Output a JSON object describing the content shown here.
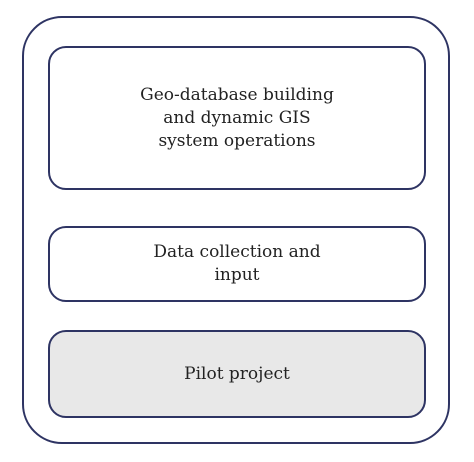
{
  "diagram": {
    "layers": [
      {
        "label": "Geo-database building\nand dynamic GIS\nsystem operations"
      },
      {
        "label": "Data collection and\ninput"
      },
      {
        "label": "Pilot project"
      }
    ]
  },
  "colors": {
    "border": "#2e3463",
    "pilot_fill": "#e8e8e8",
    "text": "#222222"
  }
}
